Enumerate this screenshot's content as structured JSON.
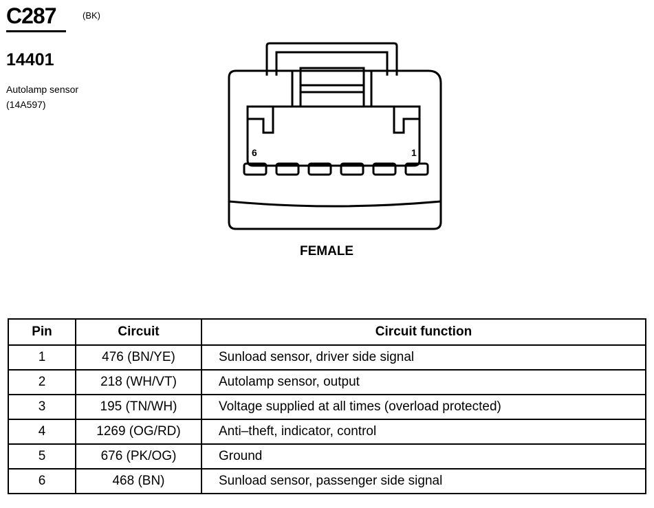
{
  "header": {
    "connector_id": "C287",
    "connector_color": "(BK)",
    "part_number": "14401",
    "component_name": "Autolamp sensor",
    "component_code": "(14A597)"
  },
  "connector": {
    "pin_label_left": "6",
    "pin_label_right": "1",
    "view_label": "FEMALE",
    "pin_count": 6
  },
  "table": {
    "headers": {
      "pin": "Pin",
      "circuit": "Circuit",
      "function": "Circuit function"
    },
    "rows": [
      {
        "pin": "1",
        "circuit": "476 (BN/YE)",
        "function": "Sunload sensor, driver side signal"
      },
      {
        "pin": "2",
        "circuit": "218 (WH/VT)",
        "function": "Autolamp sensor, output"
      },
      {
        "pin": "3",
        "circuit": "195 (TN/WH)",
        "function": "Voltage supplied at all times (overload protected)"
      },
      {
        "pin": "4",
        "circuit": "1269 (OG/RD)",
        "function": "Anti–theft, indicator, control"
      },
      {
        "pin": "5",
        "circuit": "676 (PK/OG)",
        "function": "Ground"
      },
      {
        "pin": "6",
        "circuit": "468 (BN)",
        "function": "Sunload sensor, passenger side signal"
      }
    ]
  }
}
